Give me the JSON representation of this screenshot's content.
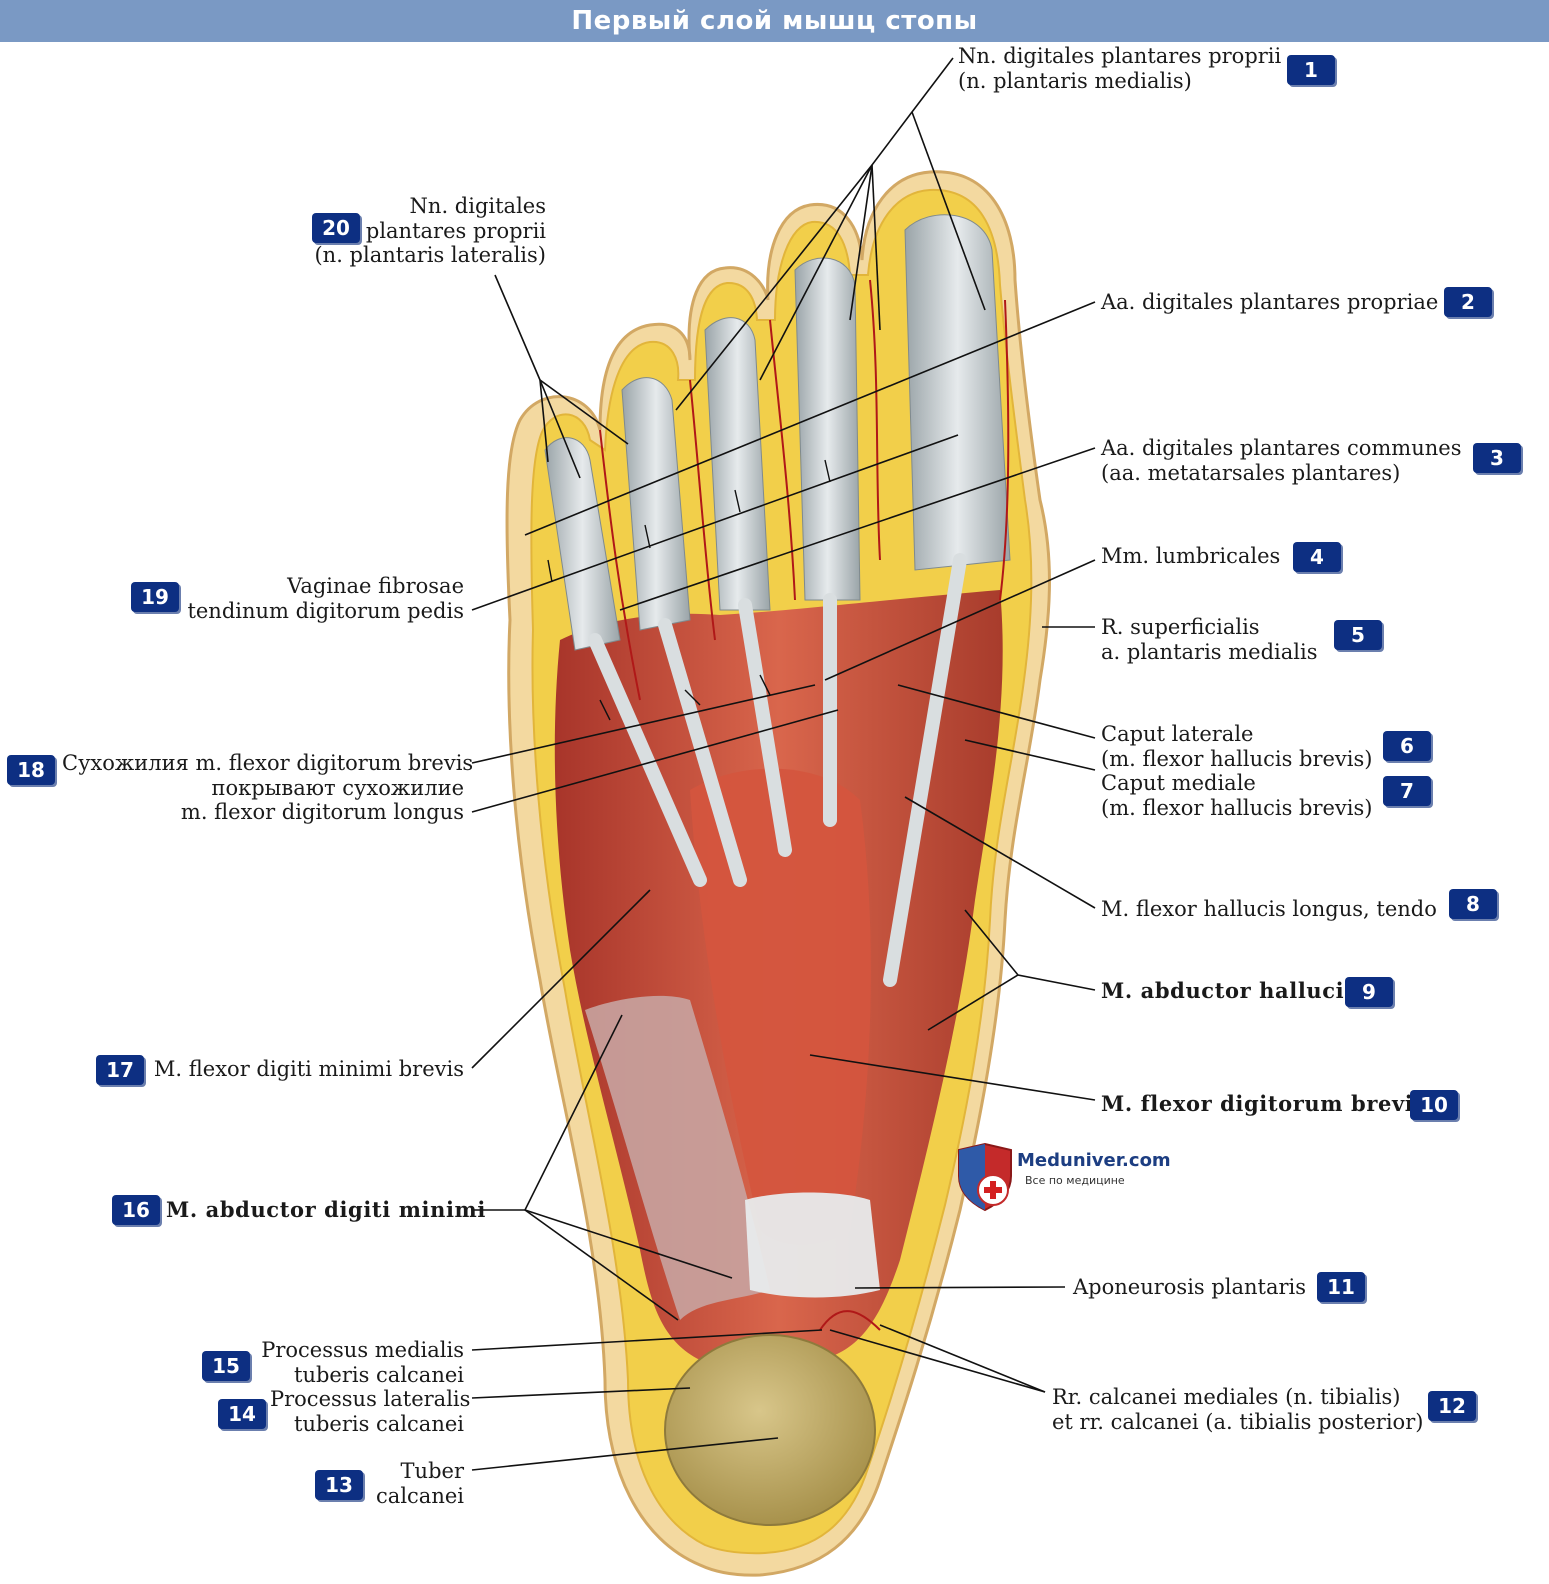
{
  "header": {
    "title": "Первый слой мышц стопы"
  },
  "labels": [
    {
      "n": "1",
      "lines": [
        "Nn. digitales plantares proprii",
        "(n. plantaris medialis)"
      ]
    },
    {
      "n": "2",
      "lines": [
        "Aa. digitales plantares propriae"
      ]
    },
    {
      "n": "3",
      "lines": [
        "Aa. digitales plantares communes",
        "(aa. metatarsales plantares)"
      ]
    },
    {
      "n": "4",
      "lines": [
        "Mm. lumbricales"
      ]
    },
    {
      "n": "5",
      "lines": [
        "R. superficialis",
        "a. plantaris medialis"
      ]
    },
    {
      "n": "6",
      "lines": [
        "Caput laterale",
        "(m. flexor hallucis brevis)"
      ]
    },
    {
      "n": "7",
      "lines": [
        "Caput mediale",
        "(m. flexor hallucis brevis)"
      ]
    },
    {
      "n": "8",
      "lines": [
        "M. flexor hallucis longus, tendo"
      ]
    },
    {
      "n": "9",
      "lines": [
        "M. abductor hallucis"
      ]
    },
    {
      "n": "10",
      "lines": [
        "M. flexor digitorum brevis"
      ]
    },
    {
      "n": "11",
      "lines": [
        "Aponeurosis plantaris"
      ]
    },
    {
      "n": "12",
      "lines": [
        "Rr. calcanei mediales (n. tibialis)",
        "et rr. calcanei (a. tibialis posterior)"
      ]
    },
    {
      "n": "13",
      "lines": [
        "Tuber",
        "calcanei"
      ]
    },
    {
      "n": "14",
      "lines": [
        "Processus lateralis",
        "tuberis calcanei"
      ]
    },
    {
      "n": "15",
      "lines": [
        "Processus medialis",
        "tuberis calcanei"
      ]
    },
    {
      "n": "16",
      "lines": [
        "M. abductor digiti minimi"
      ]
    },
    {
      "n": "17",
      "lines": [
        "M. flexor digiti minimi brevis"
      ]
    },
    {
      "n": "18",
      "lines": [
        "Сухожилия m. flexor digitorum brevis",
        "покрывают сухожилие",
        "m. flexor digitorum longus"
      ]
    },
    {
      "n": "19",
      "lines": [
        "Vaginae fibrosae",
        "tendinum digitorum pedis"
      ]
    },
    {
      "n": "20",
      "lines": [
        "Nn. digitales",
        "plantares proprii",
        "(n. plantaris lateralis)"
      ]
    }
  ],
  "watermark": {
    "name": "Meduniver.com",
    "tagline": "Все по медицине"
  },
  "colors": {
    "header": "#7a99c4",
    "badge": "#0d2f82",
    "muscle": "#c8503a",
    "fat": "#f2cf4a",
    "tendon": "#cfd4d6"
  }
}
